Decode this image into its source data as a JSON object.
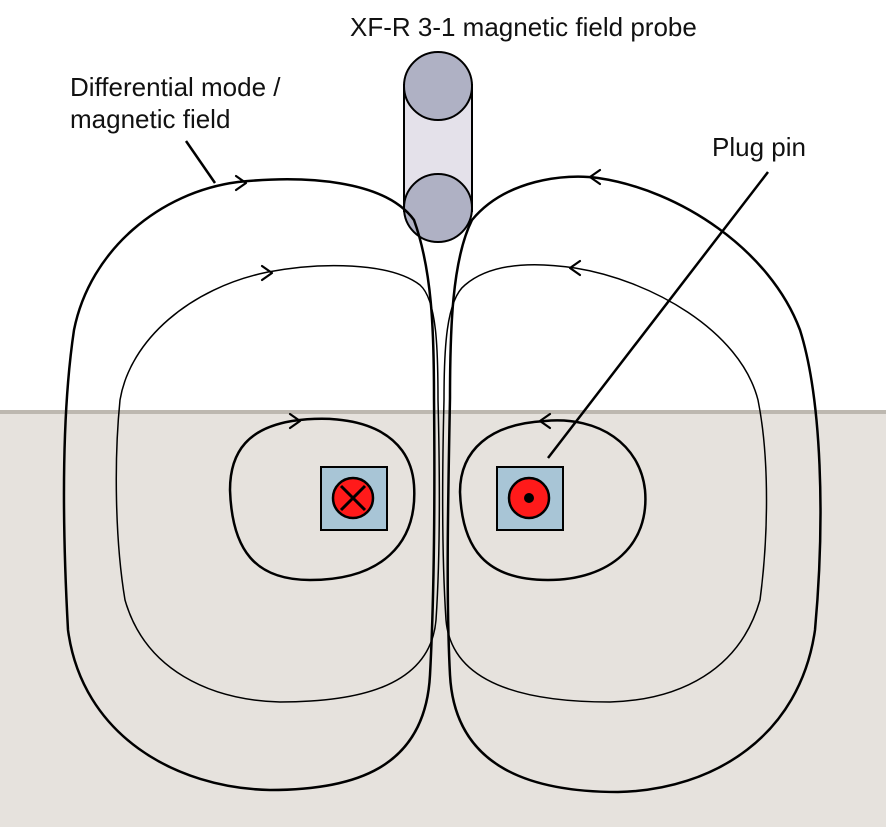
{
  "diagram": {
    "title": "XF-R 3-1 magnetic field probe",
    "labels": {
      "field_line_1": "Differential mode /",
      "field_line_2": "magnetic field",
      "plug_pin": "Plug pin"
    },
    "colors": {
      "background_top": "#ffffff",
      "background_bottom": "#e6e2dd",
      "surface_line": "#bdb8b0",
      "probe_body": "#e4e1ea",
      "probe_end": "#afb1c4",
      "pin_square": "#a8c5d6",
      "pin_circle": "#ff1a1a"
    },
    "icons": {
      "left_pin": "current-into-page-icon",
      "right_pin": "current-out-of-page-icon"
    }
  }
}
